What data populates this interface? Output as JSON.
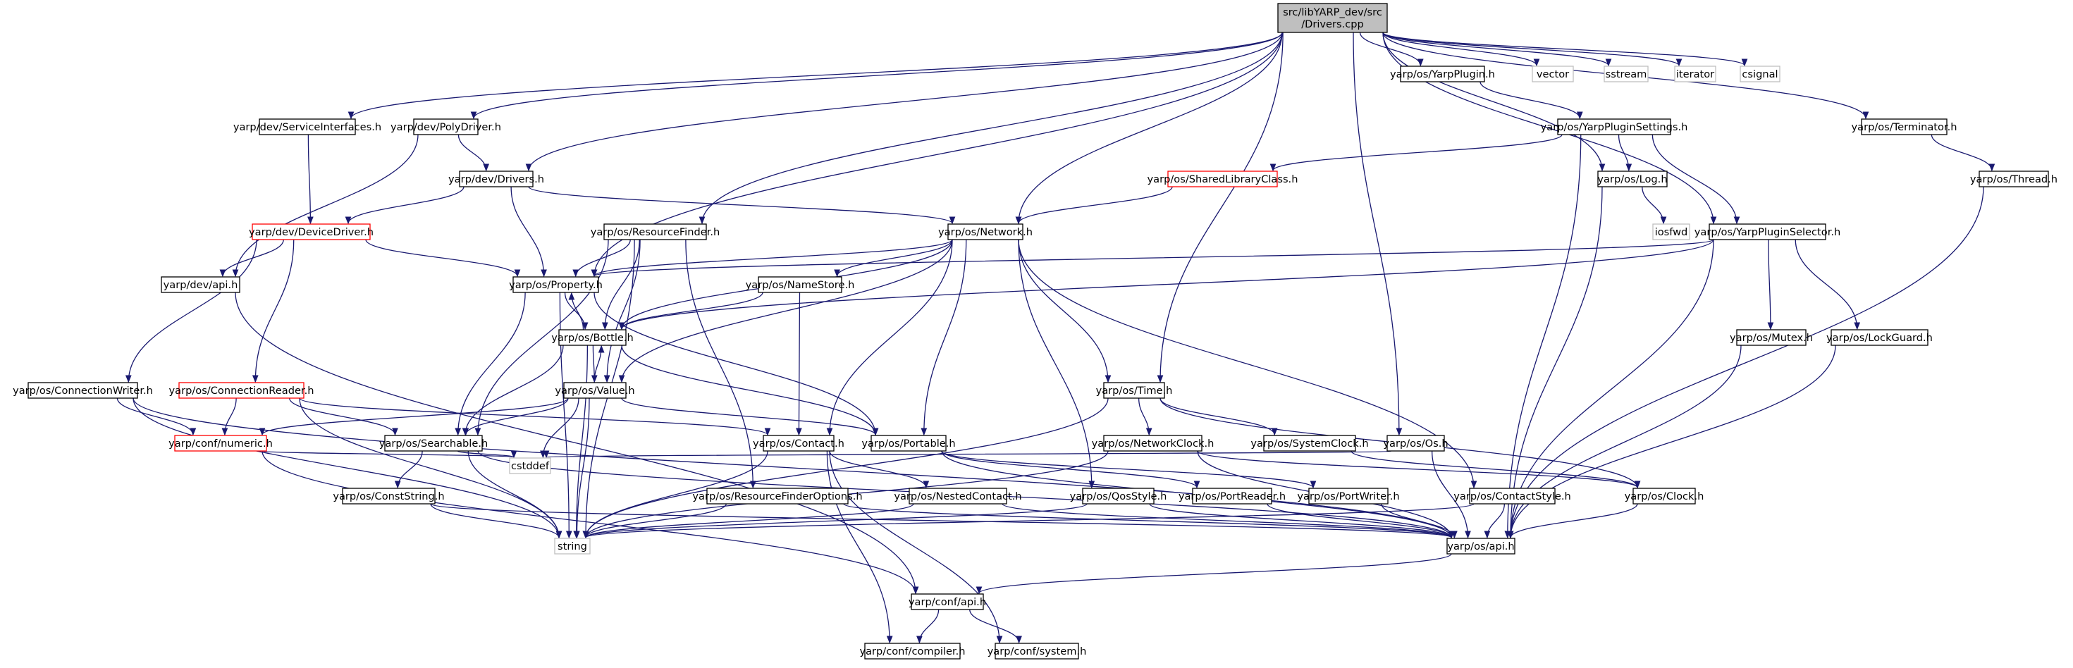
{
  "colors": {
    "edge": "#191970",
    "root_fill": "#bfbfbf",
    "box_border": "#000000",
    "missing_border": "#ff0000",
    "system_border": "#bfbfbf"
  },
  "nodes": [
    {
      "id": "root",
      "lines": [
        "src/libYARP_dev/src",
        "/Drivers.cpp"
      ],
      "kind": "root"
    },
    {
      "id": "svc",
      "lines": [
        "yarp/dev/ServiceInterfaces.h"
      ],
      "kind": "file"
    },
    {
      "id": "polyd",
      "lines": [
        "yarp/dev/PolyDriver.h"
      ],
      "kind": "file"
    },
    {
      "id": "yplugin",
      "lines": [
        "yarp/os/YarpPlugin.h"
      ],
      "kind": "file"
    },
    {
      "id": "vector",
      "lines": [
        "vector"
      ],
      "kind": "system"
    },
    {
      "id": "sstream",
      "lines": [
        "sstream"
      ],
      "kind": "system"
    },
    {
      "id": "iterator",
      "lines": [
        "iterator"
      ],
      "kind": "system"
    },
    {
      "id": "csignal",
      "lines": [
        "csignal"
      ],
      "kind": "system"
    },
    {
      "id": "terminator",
      "lines": [
        "yarp/os/Terminator.h"
      ],
      "kind": "file"
    },
    {
      "id": "drivers",
      "lines": [
        "yarp/dev/Drivers.h"
      ],
      "kind": "file"
    },
    {
      "id": "ypsettings",
      "lines": [
        "yarp/os/YarpPluginSettings.h"
      ],
      "kind": "file"
    },
    {
      "id": "thread",
      "lines": [
        "yarp/os/Thread.h"
      ],
      "kind": "file"
    },
    {
      "id": "shlib",
      "lines": [
        "yarp/os/SharedLibraryClass.h"
      ],
      "kind": "missing"
    },
    {
      "id": "log",
      "lines": [
        "yarp/os/Log.h"
      ],
      "kind": "file"
    },
    {
      "id": "devdriver",
      "lines": [
        "yarp/dev/DeviceDriver.h"
      ],
      "kind": "missing"
    },
    {
      "id": "resfinder",
      "lines": [
        "yarp/os/ResourceFinder.h"
      ],
      "kind": "file"
    },
    {
      "id": "network",
      "lines": [
        "yarp/os/Network.h"
      ],
      "kind": "file"
    },
    {
      "id": "iosfwd",
      "lines": [
        "iosfwd"
      ],
      "kind": "system"
    },
    {
      "id": "ypselector",
      "lines": [
        "yarp/os/YarpPluginSelector.h"
      ],
      "kind": "file"
    },
    {
      "id": "devapi",
      "lines": [
        "yarp/dev/api.h"
      ],
      "kind": "file"
    },
    {
      "id": "property",
      "lines": [
        "yarp/os/Property.h"
      ],
      "kind": "file"
    },
    {
      "id": "namestore",
      "lines": [
        "yarp/os/NameStore.h"
      ],
      "kind": "file"
    },
    {
      "id": "bottle",
      "lines": [
        "yarp/os/Bottle.h"
      ],
      "kind": "file"
    },
    {
      "id": "mutex",
      "lines": [
        "yarp/os/Mutex.h"
      ],
      "kind": "file"
    },
    {
      "id": "lockguard",
      "lines": [
        "yarp/os/LockGuard.h"
      ],
      "kind": "file"
    },
    {
      "id": "connwriter",
      "lines": [
        "yarp/os/ConnectionWriter.h"
      ],
      "kind": "file"
    },
    {
      "id": "connreader",
      "lines": [
        "yarp/os/ConnectionReader.h"
      ],
      "kind": "missing"
    },
    {
      "id": "value",
      "lines": [
        "yarp/os/Value.h"
      ],
      "kind": "file"
    },
    {
      "id": "time",
      "lines": [
        "yarp/os/Time.h"
      ],
      "kind": "file"
    },
    {
      "id": "numeric",
      "lines": [
        "yarp/conf/numeric.h"
      ],
      "kind": "missing"
    },
    {
      "id": "searchable",
      "lines": [
        "yarp/os/Searchable.h"
      ],
      "kind": "file"
    },
    {
      "id": "contact",
      "lines": [
        "yarp/os/Contact.h"
      ],
      "kind": "file"
    },
    {
      "id": "portable",
      "lines": [
        "yarp/os/Portable.h"
      ],
      "kind": "file"
    },
    {
      "id": "netclock",
      "lines": [
        "yarp/os/NetworkClock.h"
      ],
      "kind": "file"
    },
    {
      "id": "sysclock",
      "lines": [
        "yarp/os/SystemClock.h"
      ],
      "kind": "file"
    },
    {
      "id": "os",
      "lines": [
        "yarp/os/Os.h"
      ],
      "kind": "file"
    },
    {
      "id": "cstddef",
      "lines": [
        "cstddef"
      ],
      "kind": "system"
    },
    {
      "id": "conststr",
      "lines": [
        "yarp/os/ConstString.h"
      ],
      "kind": "file"
    },
    {
      "id": "rfoptions",
      "lines": [
        "yarp/os/ResourceFinderOptions.h"
      ],
      "kind": "file"
    },
    {
      "id": "nestedcontact",
      "lines": [
        "yarp/os/NestedContact.h"
      ],
      "kind": "file"
    },
    {
      "id": "qosstyle",
      "lines": [
        "yarp/os/QosStyle.h"
      ],
      "kind": "file"
    },
    {
      "id": "portreader",
      "lines": [
        "yarp/os/PortReader.h"
      ],
      "kind": "file"
    },
    {
      "id": "portwriter",
      "lines": [
        "yarp/os/PortWriter.h"
      ],
      "kind": "file"
    },
    {
      "id": "contactstyle",
      "lines": [
        "yarp/os/ContactStyle.h"
      ],
      "kind": "file"
    },
    {
      "id": "clock",
      "lines": [
        "yarp/os/Clock.h"
      ],
      "kind": "file"
    },
    {
      "id": "string",
      "lines": [
        "string"
      ],
      "kind": "system"
    },
    {
      "id": "osapi",
      "lines": [
        "yarp/os/api.h"
      ],
      "kind": "file"
    },
    {
      "id": "confapi",
      "lines": [
        "yarp/conf/api.h"
      ],
      "kind": "file"
    },
    {
      "id": "compiler",
      "lines": [
        "yarp/conf/compiler.h"
      ],
      "kind": "file"
    },
    {
      "id": "system",
      "lines": [
        "yarp/conf/system.h"
      ],
      "kind": "file"
    }
  ],
  "edges": [
    [
      "root",
      "svc"
    ],
    [
      "root",
      "polyd"
    ],
    [
      "root",
      "drivers"
    ],
    [
      "root",
      "property"
    ],
    [
      "root",
      "resfinder"
    ],
    [
      "root",
      "network"
    ],
    [
      "root",
      "time"
    ],
    [
      "root",
      "os"
    ],
    [
      "root",
      "log"
    ],
    [
      "root",
      "yplugin"
    ],
    [
      "root",
      "terminator"
    ],
    [
      "root",
      "ypselector"
    ],
    [
      "root",
      "vector"
    ],
    [
      "root",
      "sstream"
    ],
    [
      "root",
      "iterator"
    ],
    [
      "root",
      "csignal"
    ],
    [
      "svc",
      "devdriver"
    ],
    [
      "polyd",
      "drivers"
    ],
    [
      "polyd",
      "devapi"
    ],
    [
      "yplugin",
      "ypsettings"
    ],
    [
      "terminator",
      "thread"
    ],
    [
      "drivers",
      "devdriver"
    ],
    [
      "drivers",
      "property"
    ],
    [
      "drivers",
      "network"
    ],
    [
      "ypsettings",
      "shlib"
    ],
    [
      "ypsettings",
      "log"
    ],
    [
      "ypsettings",
      "ypselector"
    ],
    [
      "ypsettings",
      "osapi"
    ],
    [
      "thread",
      "osapi"
    ],
    [
      "shlib",
      "network"
    ],
    [
      "log",
      "iosfwd"
    ],
    [
      "log",
      "osapi"
    ],
    [
      "devdriver",
      "devapi"
    ],
    [
      "devdriver",
      "property"
    ],
    [
      "devdriver",
      "connwriter"
    ],
    [
      "devdriver",
      "connreader"
    ],
    [
      "resfinder",
      "property"
    ],
    [
      "resfinder",
      "bottle"
    ],
    [
      "resfinder",
      "value"
    ],
    [
      "resfinder",
      "searchable"
    ],
    [
      "resfinder",
      "rfoptions"
    ],
    [
      "resfinder",
      "string"
    ],
    [
      "network",
      "property"
    ],
    [
      "network",
      "namestore"
    ],
    [
      "network",
      "bottle"
    ],
    [
      "network",
      "value"
    ],
    [
      "network",
      "time"
    ],
    [
      "network",
      "contact"
    ],
    [
      "network",
      "portable"
    ],
    [
      "network",
      "qosstyle"
    ],
    [
      "network",
      "contactstyle"
    ],
    [
      "ypselector",
      "property"
    ],
    [
      "ypselector",
      "bottle"
    ],
    [
      "ypselector",
      "mutex"
    ],
    [
      "ypselector",
      "lockguard"
    ],
    [
      "ypselector",
      "osapi"
    ],
    [
      "devapi",
      "confapi"
    ],
    [
      "property",
      "bottle"
    ],
    [
      "property",
      "searchable"
    ],
    [
      "property",
      "portable"
    ],
    [
      "property",
      "string"
    ],
    [
      "namestore",
      "bottle"
    ],
    [
      "namestore",
      "contact"
    ],
    [
      "bottle",
      "value"
    ],
    [
      "bottle",
      "searchable"
    ],
    [
      "bottle",
      "portable"
    ],
    [
      "bottle",
      "string"
    ],
    [
      "bottle",
      "property"
    ],
    [
      "mutex",
      "osapi"
    ],
    [
      "lockguard",
      "osapi"
    ],
    [
      "connwriter",
      "numeric"
    ],
    [
      "connwriter",
      "osapi"
    ],
    [
      "connwriter",
      "string"
    ],
    [
      "connreader",
      "numeric"
    ],
    [
      "connreader",
      "searchable"
    ],
    [
      "connreader",
      "contact"
    ],
    [
      "connreader",
      "string"
    ],
    [
      "value",
      "bottle"
    ],
    [
      "value",
      "searchable"
    ],
    [
      "value",
      "portable"
    ],
    [
      "value",
      "numeric"
    ],
    [
      "value",
      "cstddef"
    ],
    [
      "value",
      "string"
    ],
    [
      "time",
      "netclock"
    ],
    [
      "time",
      "sysclock"
    ],
    [
      "time",
      "clock"
    ],
    [
      "time",
      "string"
    ],
    [
      "numeric",
      "cstddef"
    ],
    [
      "numeric",
      "confapi"
    ],
    [
      "searchable",
      "conststr"
    ],
    [
      "searchable",
      "string"
    ],
    [
      "searchable",
      "osapi"
    ],
    [
      "searchable",
      "cstddef"
    ],
    [
      "contact",
      "nestedcontact"
    ],
    [
      "contact",
      "string"
    ],
    [
      "contact",
      "compiler"
    ],
    [
      "contact",
      "system"
    ],
    [
      "portable",
      "portreader"
    ],
    [
      "portable",
      "portwriter"
    ],
    [
      "portable",
      "osapi"
    ],
    [
      "netclock",
      "clock"
    ],
    [
      "netclock",
      "osapi"
    ],
    [
      "netclock",
      "string"
    ],
    [
      "sysclock",
      "clock"
    ],
    [
      "os",
      "osapi"
    ],
    [
      "os",
      "cstddef"
    ],
    [
      "conststr",
      "string"
    ],
    [
      "conststr",
      "osapi"
    ],
    [
      "rfoptions",
      "string"
    ],
    [
      "rfoptions",
      "osapi"
    ],
    [
      "nestedcontact",
      "string"
    ],
    [
      "nestedcontact",
      "osapi"
    ],
    [
      "qosstyle",
      "string"
    ],
    [
      "qosstyle",
      "osapi"
    ],
    [
      "portreader",
      "osapi"
    ],
    [
      "portwriter",
      "osapi"
    ],
    [
      "contactstyle",
      "string"
    ],
    [
      "contactstyle",
      "osapi"
    ],
    [
      "clock",
      "osapi"
    ],
    [
      "osapi",
      "confapi"
    ],
    [
      "confapi",
      "compiler"
    ],
    [
      "confapi",
      "system"
    ]
  ]
}
